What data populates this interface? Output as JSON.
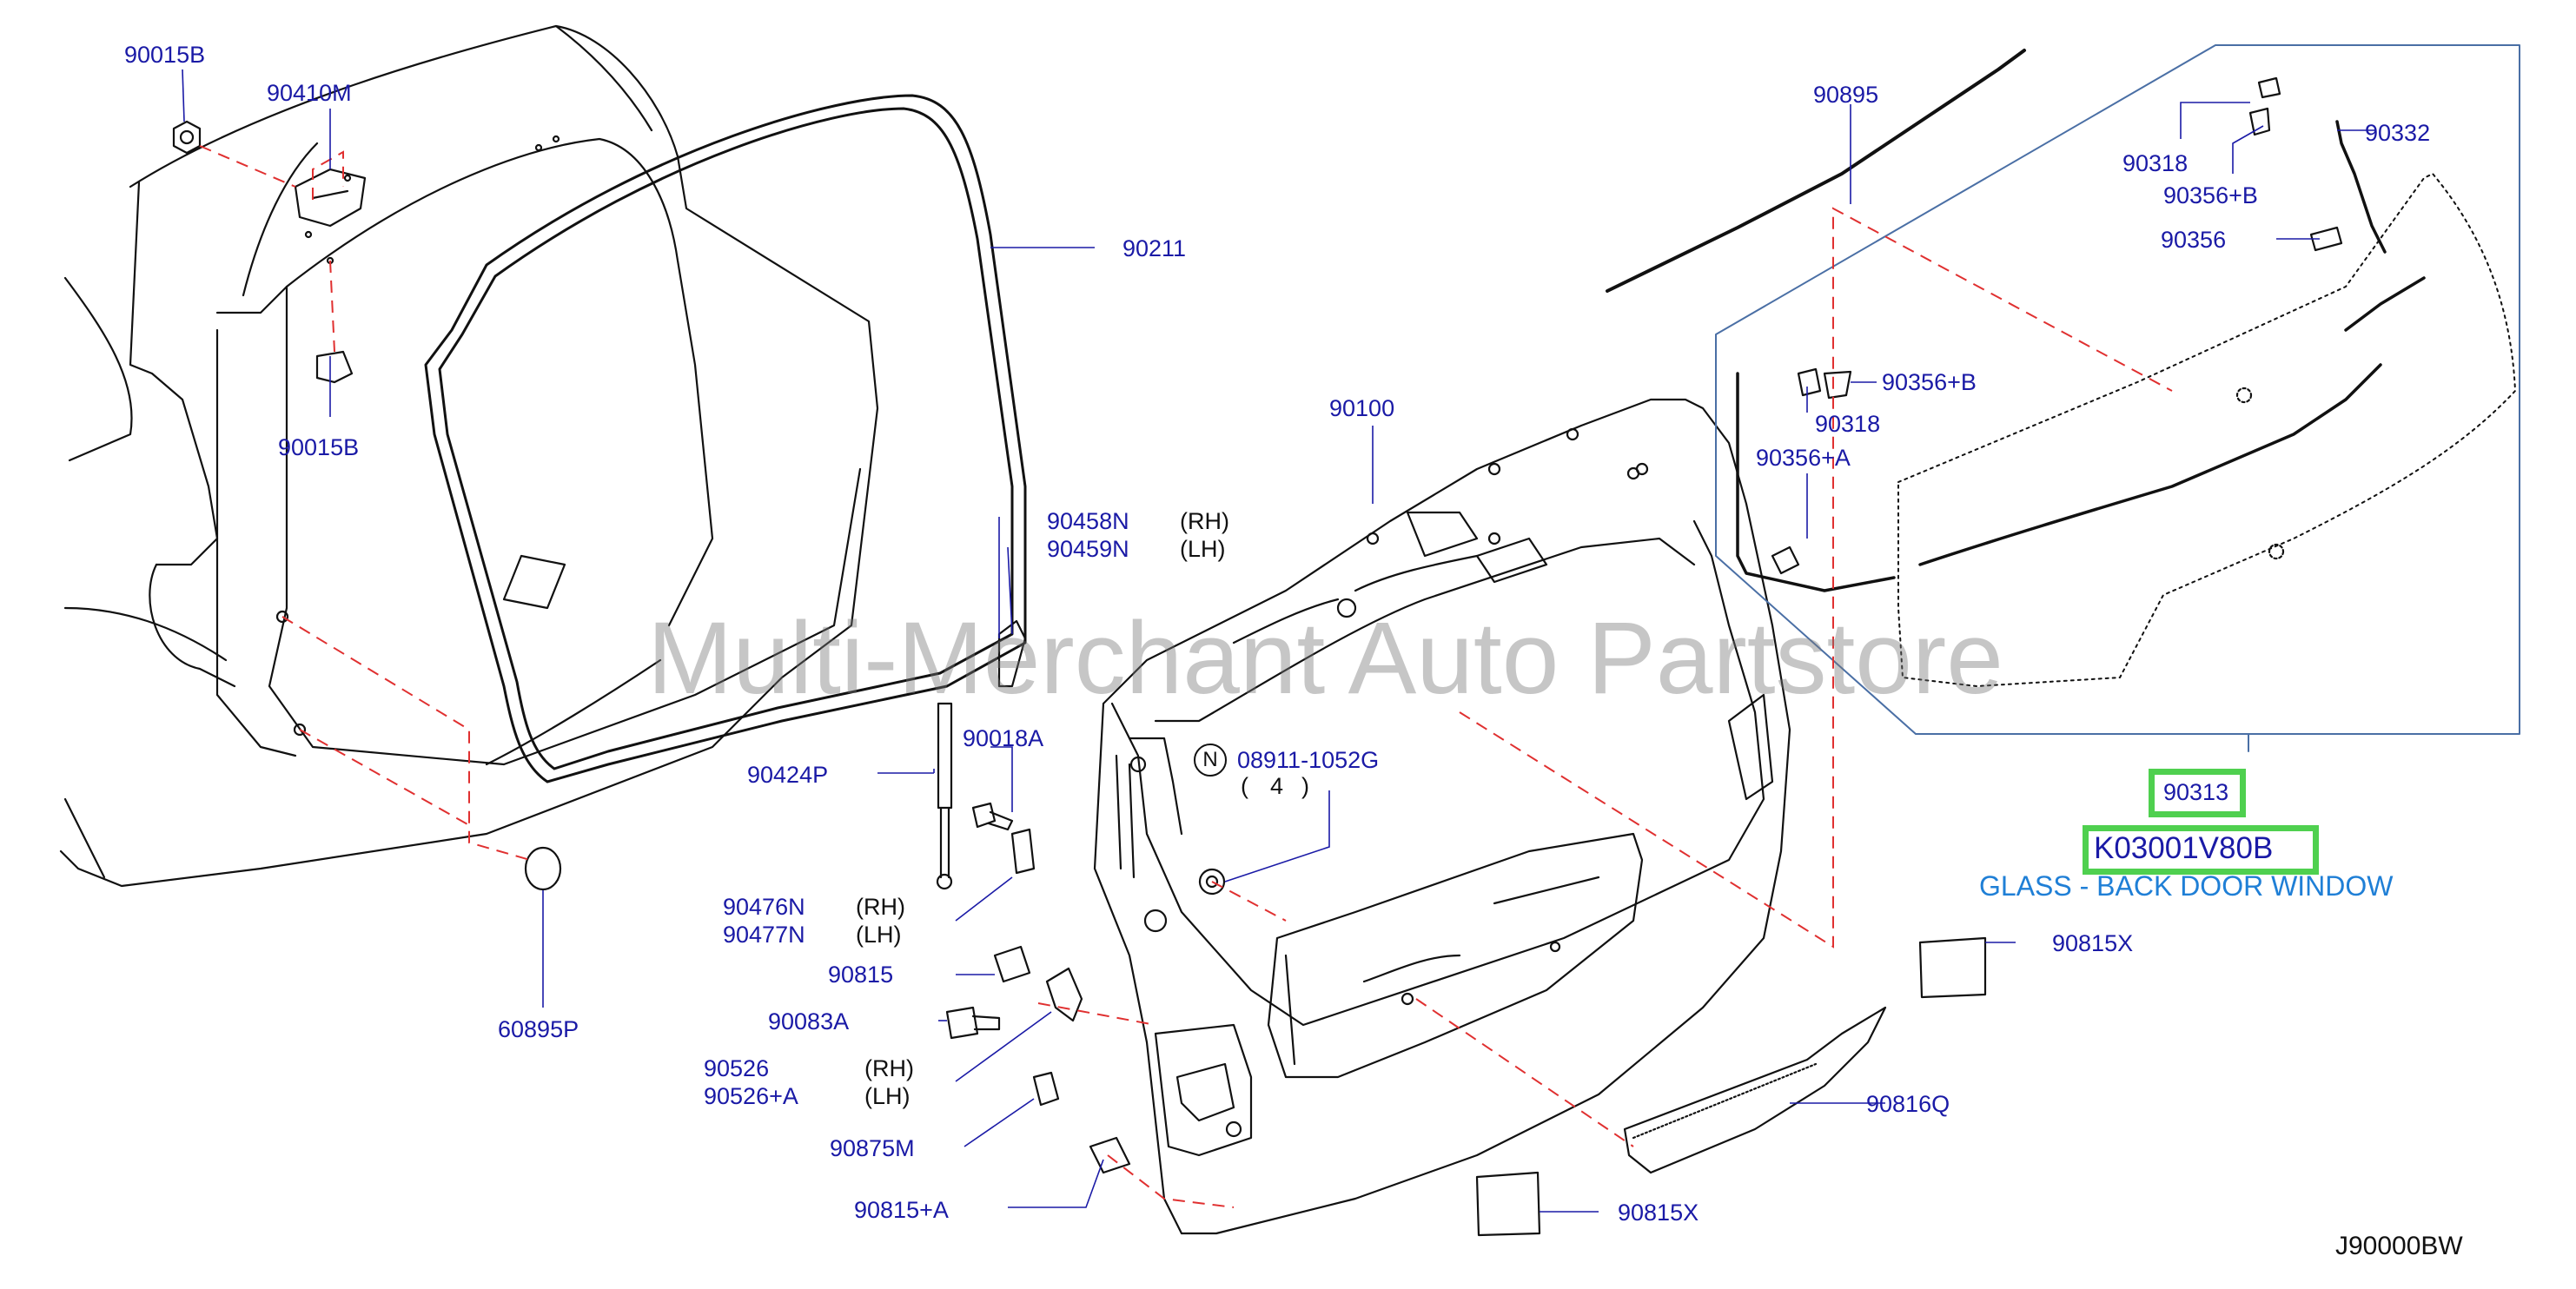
{
  "diagram_code": "J90000BW",
  "watermark": "Multi-Merchant Auto Partstore",
  "highlight": {
    "ref": "90313",
    "part_number": "K03001V80B",
    "description": "GLASS - BACK DOOR WINDOW",
    "highlight_color": "#4fd04f",
    "description_color": "#1f7fd6"
  },
  "callouts": {
    "c90015B_top": "90015B",
    "c90410M": "90410M",
    "c90015B_bottom": "90015B",
    "c90211": "90211",
    "c90895": "90895",
    "c90318_top": "90318",
    "c90332": "90332",
    "c90356B_top": "90356+B",
    "c90356": "90356",
    "c90356B_mid": "90356+B",
    "c90318_mid": "90318",
    "c90356A": "90356+A",
    "c90100": "90100",
    "c90458N": "90458N",
    "c90459N": "90459N",
    "c90018A": "90018A",
    "c90424P": "90424P",
    "c08911": "08911-1052G",
    "c08911_qty": "4",
    "n_symbol": "N",
    "c90476N": "90476N",
    "c90477N": "90477N",
    "c90815": "90815",
    "c90083A": "90083A",
    "c90526": "90526",
    "c90526A": "90526+A",
    "c90875M": "90875M",
    "c90815A": "90815+A",
    "c60895P": "60895P",
    "c90815X_right": "90815X",
    "c90816Q": "90816Q",
    "c90815X_bottom": "90815X"
  },
  "sides": {
    "rh": "(RH)",
    "lh": "(LH)",
    "qty_open": "(",
    "qty_close": ")"
  },
  "colors": {
    "label": "#1a1aa6",
    "linework": "#111111",
    "leader_dash": "#e03030",
    "frame": "#4a6fa5"
  }
}
